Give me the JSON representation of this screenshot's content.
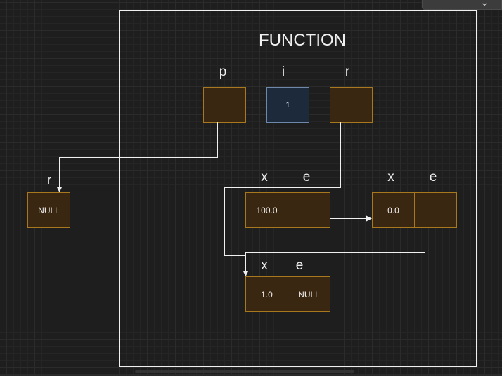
{
  "diagram": {
    "title": "FUNCTION",
    "function_vars": {
      "p": {
        "label": "p",
        "value": ""
      },
      "i": {
        "label": "i",
        "value": "1"
      },
      "r": {
        "label": "r",
        "value": ""
      }
    },
    "outer_var": {
      "label": "r",
      "value": "NULL"
    },
    "node1": {
      "x_label": "x",
      "e_label": "e",
      "x_value": "100.0",
      "e_value": ""
    },
    "node2": {
      "x_label": "x",
      "e_label": "e",
      "x_value": "0.0",
      "e_value": ""
    },
    "node3": {
      "x_label": "x",
      "e_label": "e",
      "x_value": "1.0",
      "e_value": "NULL"
    }
  },
  "colors": {
    "background": "#1e1e1e",
    "node_fill": "#3a2712",
    "node_stroke": "#a8781e",
    "value_fill": "#1d2a3c",
    "value_stroke": "#6d88a8",
    "line": "#f0f0f0"
  }
}
